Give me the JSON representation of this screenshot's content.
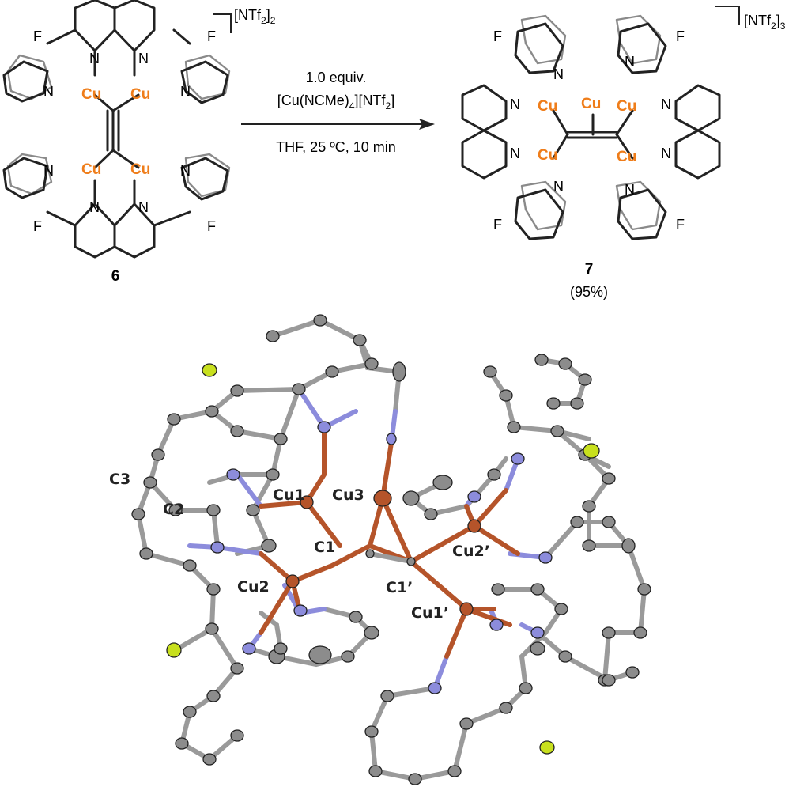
{
  "colors": {
    "cu_label": "#ef7d1a",
    "carbon": "#8c8c8c",
    "nitrogen": "#8c8cdc",
    "copper": "#b5542a",
    "fluorine": "#c8e01e",
    "bond": "#222222"
  },
  "scheme": {
    "left_compound": {
      "id": "6",
      "counterion": "[NTf",
      "counterion_sub": "2",
      "counterion_close": "]",
      "counterion_count": "2",
      "cu_labels": [
        "Cu",
        "Cu",
        "Cu",
        "Cu"
      ],
      "n_labels": [
        "N",
        "N",
        "N",
        "N",
        "N",
        "N",
        "N",
        "N"
      ],
      "f_labels": [
        "F",
        "F",
        "F",
        "F"
      ]
    },
    "arrow": {
      "line1": "1.0 equiv.",
      "line2_a": "[Cu(NCMe)",
      "line2_sub": "4",
      "line2_b": "][NTf",
      "line2_sub2": "2",
      "line2_c": "]",
      "conditions": "THF, 25 ºC, 10 min"
    },
    "right_compound": {
      "id": "7",
      "yield": "(95%)",
      "counterion": "[NTf",
      "counterion_sub": "2",
      "counterion_close": "]",
      "counterion_count": "3",
      "cu_labels": [
        "Cu",
        "Cu",
        "Cu",
        "Cu",
        "Cu"
      ],
      "n_labels": [
        "N",
        "N",
        "N",
        "N",
        "N",
        "N",
        "N",
        "N"
      ],
      "f_labels": [
        "F",
        "F",
        "F",
        "F"
      ]
    }
  },
  "crystal": {
    "atom_labels": [
      "C3",
      "C2",
      "Cu1",
      "Cu3",
      "C1",
      "Cu2",
      "C1’",
      "Cu2’",
      "Cu1’"
    ]
  }
}
